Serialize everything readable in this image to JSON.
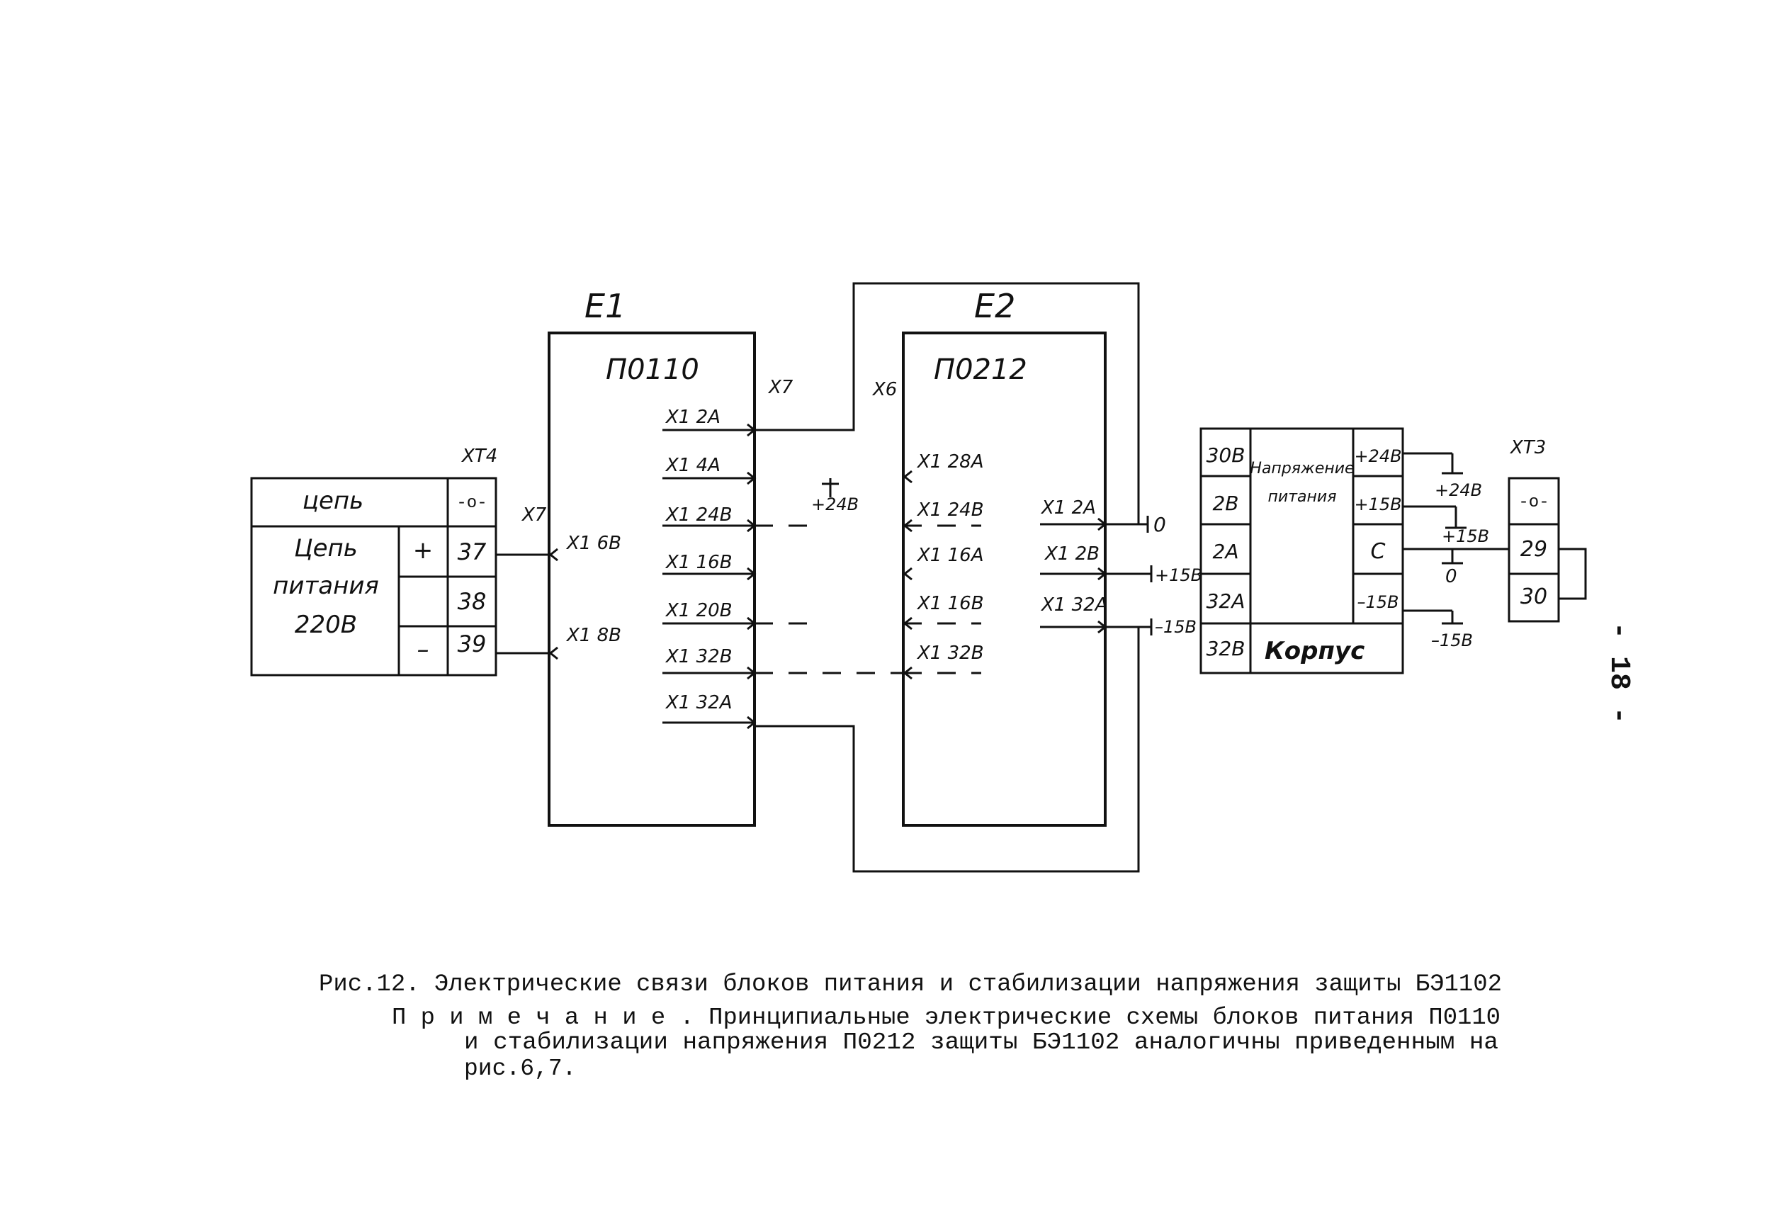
{
  "blocks": {
    "e1": {
      "ref": "E1",
      "model": "П0110",
      "connector_top": "X7",
      "connector_left": "X7"
    },
    "e2": {
      "ref": "E2",
      "model": "П0212",
      "connector_top": "X6"
    }
  },
  "xt4": {
    "ref": "XT4",
    "header_label": "цепь",
    "header_symbol": "-o-",
    "circuit_label": [
      "Цепь",
      "питания",
      "220В"
    ],
    "rows": [
      {
        "sign": "+",
        "terminal": "37"
      },
      {
        "sign": "",
        "terminal": "38"
      },
      {
        "sign": "–",
        "terminal": "39"
      }
    ]
  },
  "e1_left_pins": [
    "X1 6В",
    "X1 8В"
  ],
  "e1_right_pins": [
    "X1 2А",
    "X1 4А",
    "X1 24В",
    "X1 16В",
    "X1 20В",
    "X1 32В",
    "X1 32А"
  ],
  "e2_left_pins": [
    "X1 28А",
    "X1 24В",
    "X1 16А",
    "X1 16В",
    "X1 32В"
  ],
  "e2_right_pins": [
    "X1 2А",
    "X1 2В",
    "X1 32А"
  ],
  "gnd_24": "+24В",
  "e2_outputs": [
    "0",
    "+15В",
    "–15В"
  ],
  "supply_table": {
    "terminals": [
      "30В",
      "2В",
      "2А",
      "32А",
      "32В"
    ],
    "function": [
      "Напряжение",
      "питания"
    ],
    "voltages": [
      "+24В",
      "+15В",
      "С",
      "–15В"
    ],
    "chassis": "Корпус"
  },
  "supply_refs": [
    "+24В",
    "+15В",
    "0",
    "–15В"
  ],
  "xt3": {
    "ref": "XT3",
    "symbol": "-o-",
    "terminals": [
      "29",
      "30"
    ]
  },
  "page_number": "- 18 -",
  "caption": "Рис.12. Электрические связи блоков питания и стабилизации напряжения защиты БЭ1102",
  "note_lines": [
    "П р и м е ч а н и е . Принципиальные электрические схемы блоков питания П0110",
    "и стабилизации напряжения П0212 защиты  БЭ1102 аналогичны приведенным на",
    "рис.6,7."
  ]
}
